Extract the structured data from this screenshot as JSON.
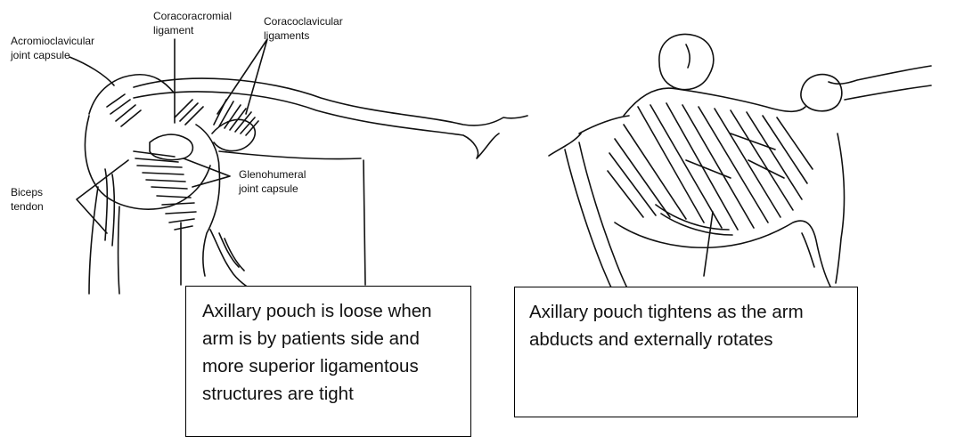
{
  "left_panel": {
    "labels": {
      "ac_capsule": [
        "Acromioclavicular",
        "joint capsule"
      ],
      "coracoacromial": [
        "Coracoracromial",
        "ligament"
      ],
      "coracoclavicular": [
        "Coracoclavicular",
        "ligaments"
      ],
      "glenohumeral": [
        "Glenohumeral",
        "joint capsule"
      ],
      "biceps": [
        "Biceps",
        "tendon"
      ]
    },
    "callout": "Axillary pouch is loose when arm is by patients side and more superior ligamentous structures are tight"
  },
  "right_panel": {
    "callout": "Axillary pouch tightens as the arm abducts and externally rotates"
  }
}
